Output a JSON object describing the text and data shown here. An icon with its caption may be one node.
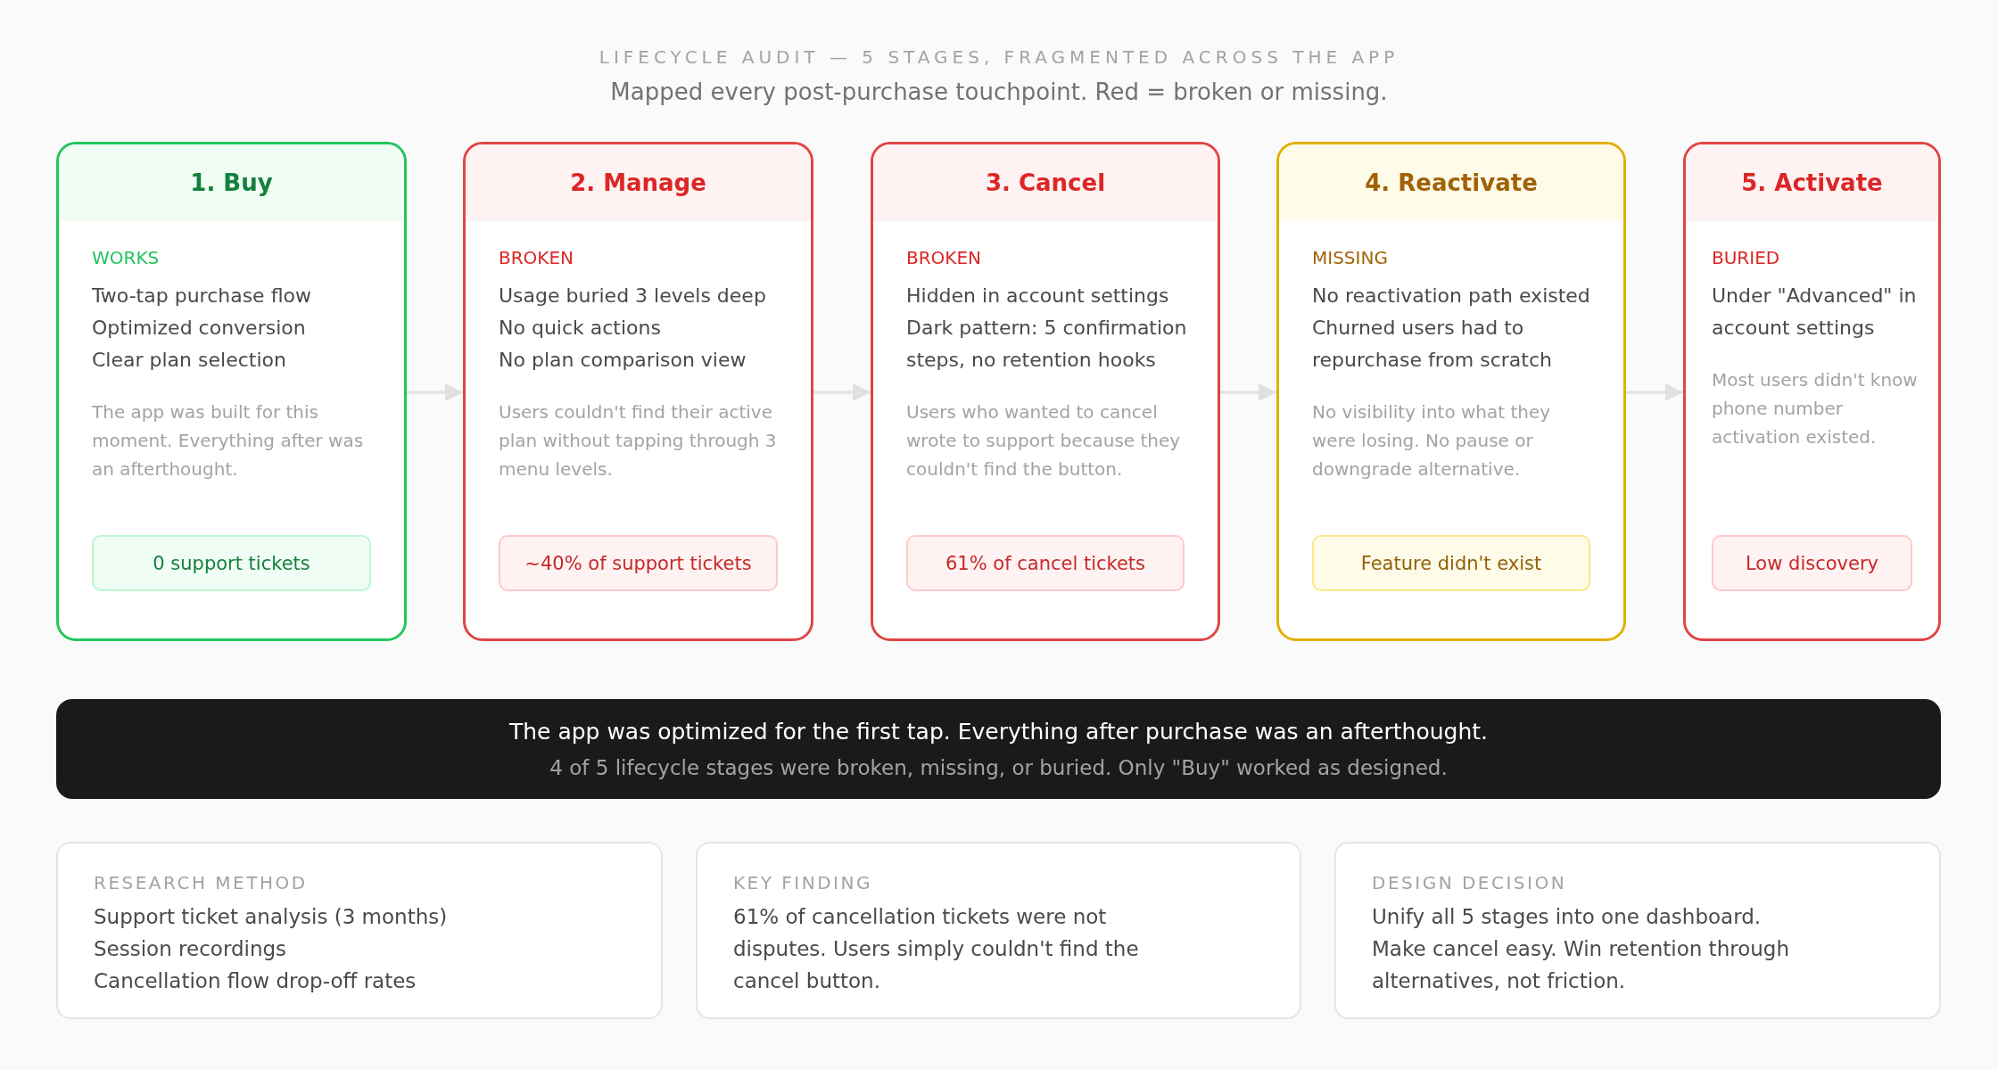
{
  "diagram": {
    "title": "LIFECYCLE AUDIT — 5 STAGES, FRAGMENTED ACROSS THE APP",
    "labels": [
      "Mapped every post-purchase touchpoint. Red = broken or missing."
    ],
    "nodes": [
      {
        "text": [
          "1. Buy",
          "WORKS",
          "Two-tap purchase flow",
          "Optimized conversion",
          "Clear plan selection",
          "The app was built for this moment. Everything after was an afterthought."
        ]
      },
      {
        "text": [
          "2. Manage",
          "BROKEN",
          "Usage buried 3 levels deep",
          "No quick actions",
          "No plan comparison view",
          "Users couldn't find their active plan without tapping through 3 menu levels."
        ]
      },
      {
        "text": [
          "3. Cancel",
          "BROKEN",
          "Hidden in account settings",
          "Dark pattern: 5 confirmation steps, no retention hooks",
          "Users who wanted to cancel wrote to support because they couldn't find the button."
        ]
      },
      {
        "text": [
          "4. Reactivate",
          "MISSING",
          "No reactivation path existed",
          "Churned users had to repurchase from scratch",
          "No visibility into what they were losing. No pause or downgrade alternative."
        ]
      },
      {
        "text": [
          "5. Activate",
          "BURIED",
          "Under \"Advanced\" in account settings",
          "Most users didn't know phone number activation existed."
        ]
      },
      {
        "in": 0,
        "text": [
          "0 support tickets"
        ]
      },
      {
        "in": 1,
        "text": [
          "~40% of support tickets"
        ]
      },
      {
        "in": 2,
        "text": [
          "61% of cancel tickets"
        ]
      },
      {
        "in": 3,
        "text": [
          "Feature didn't exist"
        ]
      },
      {
        "in": 4,
        "text": [
          "Low discovery"
        ]
      },
      {
        "text": [
          "The app was optimized for the first tap. Everything after purchase was an afterthought.",
          "4 of 5 lifecycle stages were broken, missing, or buried. Only \"Buy\" worked as designed."
        ]
      },
      {
        "text": [
          "RESEARCH METHOD",
          "Support ticket analysis (3 months)",
          "Session recordings",
          "Cancellation flow drop-off rates"
        ]
      },
      {
        "text": [
          "KEY FINDING",
          "61% of cancellation tickets were not disputes. Users simply couldn't find the cancel button."
        ]
      },
      {
        "text": [
          "DESIGN DECISION",
          "Unify all 5 stages into one dashboard.",
          "Make cancel easy. Win retention through alternatives, not friction."
        ]
      }
    ],
    "edges": [
      {
        "from": 0,
        "to": 1,
        "arrow": "to"
      },
      {
        "from": 1,
        "to": 2,
        "arrow": "to"
      },
      {
        "from": 2,
        "to": 3,
        "arrow": "to"
      },
      {
        "from": 3,
        "to": 4,
        "arrow": "to"
      }
    ]
  }
}
